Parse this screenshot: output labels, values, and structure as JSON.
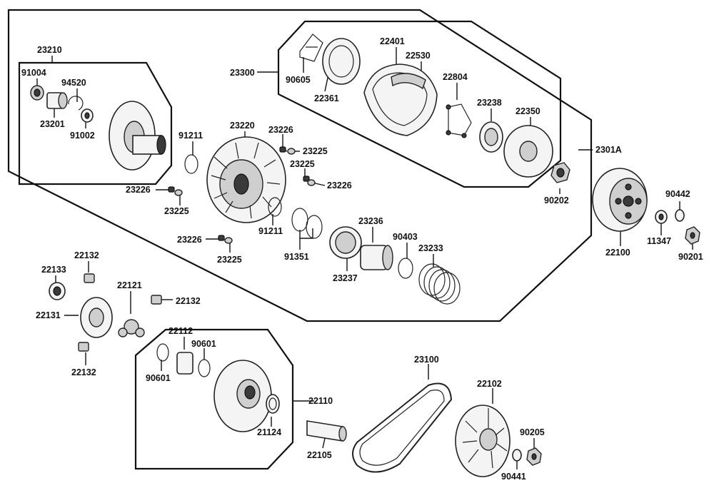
{
  "labels": {
    "23210": "23210",
    "91004": "91004",
    "94520": "94520",
    "23201": "23201",
    "91002": "91002",
    "23300": "23300",
    "90605": "90605",
    "22361": "22361",
    "22401": "22401",
    "22530": "22530",
    "22804": "22804",
    "23238": "23238",
    "22350": "22350",
    "91211a": "91211",
    "23220": "23220",
    "23226a": "23226",
    "23225a": "23225",
    "23225b": "23225",
    "23226b": "23226",
    "23226c": "23226",
    "23225c": "23225",
    "2301A": "2301A",
    "90202": "90202",
    "91211b": "91211",
    "23236": "23236",
    "90403": "90403",
    "23233": "23233",
    "23226d": "23226",
    "23225d": "23225",
    "91351": "91351",
    "23237": "23237",
    "90442": "90442",
    "22100": "22100",
    "11347": "11347",
    "90201": "90201",
    "22132a": "22132",
    "22133": "22133",
    "22121": "22121",
    "22132b": "22132",
    "22131": "22131",
    "22132c": "22132",
    "22112": "22112",
    "90601a": "90601",
    "90601b": "90601",
    "22110": "22110",
    "21124": "21124",
    "23100": "23100",
    "22102": "22102",
    "22105": "22105",
    "90205": "90205",
    "90441": "90441"
  }
}
